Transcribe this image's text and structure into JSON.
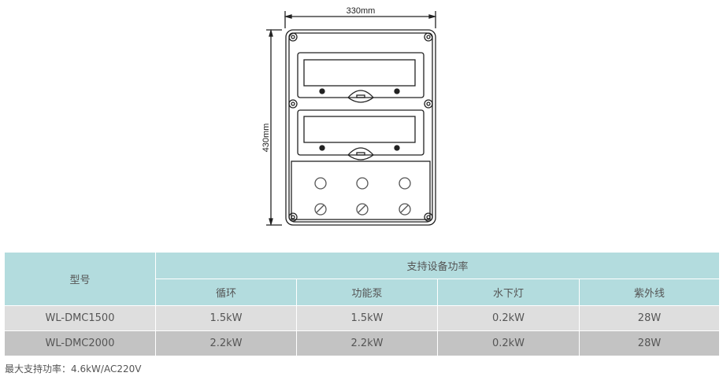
{
  "drawing": {
    "width_label": "330mm",
    "height_label": "430mm",
    "icons": [
      "enclosure-diagram",
      "display-window-icon",
      "indicator-light-icon",
      "knob-icon"
    ]
  },
  "table": {
    "model_header": "型号",
    "group_header": "支持设备功率",
    "columns": [
      "循环",
      "功能泵",
      "水下灯",
      "紫外线"
    ],
    "rows": [
      {
        "model": "WL-DMC1500",
        "values": [
          "1.5kW",
          "1.5kW",
          "0.2kW",
          "28W"
        ]
      },
      {
        "model": "WL-DMC2000",
        "values": [
          "2.2kW",
          "2.2kW",
          "0.2kW",
          "28W"
        ]
      }
    ],
    "colors": {
      "header_bg": "#b3dcde",
      "row1_bg": "#dedede",
      "row2_bg": "#c3c3c3"
    }
  },
  "note": "最大支持功率：4.6kW/AC220V"
}
